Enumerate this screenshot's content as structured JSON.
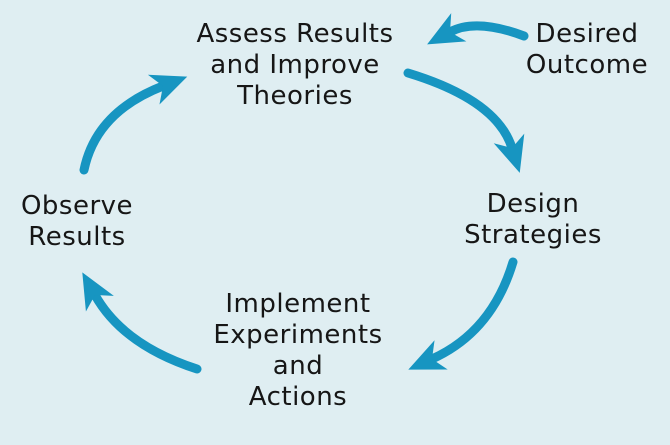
{
  "diagram": {
    "type": "cycle-diagram",
    "background_color": "#dfeef2",
    "arrow_color": "#1795c1",
    "text_color": "#161616",
    "nodes": {
      "assess": {
        "lines": [
          "Assess Results",
          "and Improve",
          "Theories"
        ]
      },
      "desired": {
        "lines": [
          "Desired",
          "Outcome"
        ]
      },
      "design": {
        "lines": [
          "Design",
          "Strategies"
        ]
      },
      "implement": {
        "lines": [
          "Implement",
          "Experiments",
          "and",
          "Actions"
        ]
      },
      "observe": {
        "lines": [
          "Observe",
          "Results"
        ]
      }
    },
    "arrows": [
      {
        "name": "desired-outcome-to-assess-results",
        "from": "Desired Outcome",
        "to": "Assess Results and Improve Theories"
      },
      {
        "name": "assess-results-to-design-strategies",
        "from": "Assess Results and Improve Theories",
        "to": "Design Strategies"
      },
      {
        "name": "design-strategies-to-implement",
        "from": "Design Strategies",
        "to": "Implement Experiments and Actions"
      },
      {
        "name": "implement-to-observe-results",
        "from": "Implement Experiments and Actions",
        "to": "Observe Results"
      },
      {
        "name": "observe-results-to-assess-results",
        "from": "Observe Results",
        "to": "Assess Results and Improve Theories"
      }
    ]
  }
}
